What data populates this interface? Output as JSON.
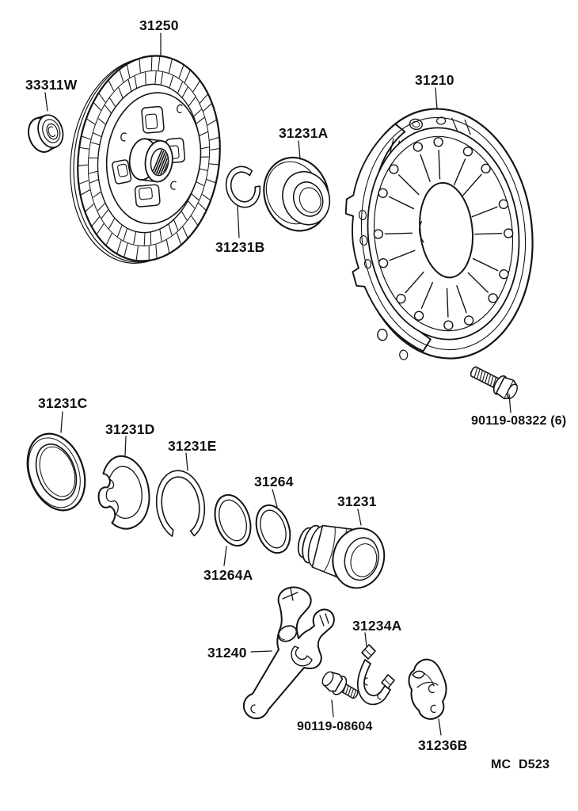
{
  "diagram": {
    "type": "exploded-parts-diagram",
    "subject": "clutch assembly",
    "colors": {
      "line": "#141414",
      "background": "#ffffff"
    }
  },
  "parts": {
    "clutch_disc": {
      "label": "31250"
    },
    "pilot_bearing": {
      "label": "33311W"
    },
    "release_bearing": {
      "label": "31231A"
    },
    "snap_ring_b": {
      "label": "31231B"
    },
    "clutch_cover": {
      "label": "31210"
    },
    "cover_bolt": {
      "label": "90119-08322 (6)"
    },
    "ring_c": {
      "label": "31231C"
    },
    "wave_ring_d": {
      "label": "31231D"
    },
    "snap_ring_e": {
      "label": "31231E"
    },
    "washer": {
      "label": "31264"
    },
    "washer_a": {
      "label": "31264A"
    },
    "bearing_hub": {
      "label": "31231"
    },
    "release_fork": {
      "label": "31240"
    },
    "clip": {
      "label": "31234A"
    },
    "fork_bolt": {
      "label": "90119-08604"
    },
    "fork_support": {
      "label": "31236B"
    }
  },
  "footer": {
    "code_left": "MC",
    "code_right": "D523"
  }
}
